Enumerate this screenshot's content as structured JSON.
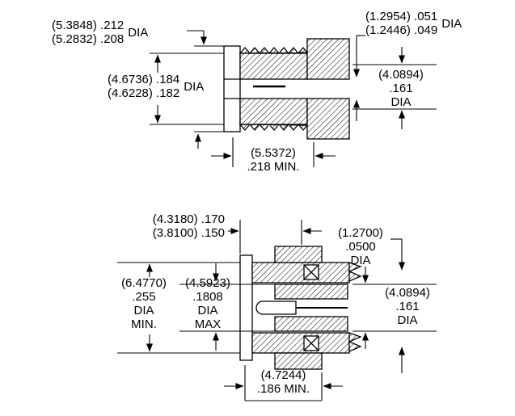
{
  "colors": {
    "background": "#ffffff",
    "line": "#000000"
  },
  "top_view": {
    "flange_dia": {
      "metric_max": "(5.3848) .212",
      "metric_min": "(5.2832) .208",
      "unit": "DIA"
    },
    "pin_dia": {
      "metric_max": "(1.2954) .051",
      "metric_min": "(1.2446) .049",
      "unit": "DIA"
    },
    "body_dia": {
      "metric_max": "(4.6736) .184",
      "metric_min": "(4.6228) .182",
      "unit": "DIA"
    },
    "interface_dia": {
      "metric": "(4.0894)",
      "inch": ".161",
      "unit": "DIA"
    },
    "length": {
      "metric": "(5.5372)",
      "inch": ".218 MIN."
    }
  },
  "bottom_view": {
    "depth": {
      "metric_max": "(4.3180) .170",
      "metric_min": "(3.8100) .150"
    },
    "socket_dia": {
      "metric": "(1.2700)",
      "inch": ".0500",
      "unit": "DIA"
    },
    "outer_dia": {
      "metric": "(6.4770)",
      "inch": ".255",
      "unit": "DIA",
      "qualifier": "MIN."
    },
    "insulator_dia": {
      "metric": "(4.5923)",
      "inch": ".1808",
      "unit": "DIA",
      "qualifier": "MAX"
    },
    "interface_dia": {
      "metric": "(4.0894)",
      "inch": ".161",
      "unit": "DIA"
    },
    "length": {
      "metric": "(4.7244)",
      "inch": ".186 MIN."
    }
  }
}
